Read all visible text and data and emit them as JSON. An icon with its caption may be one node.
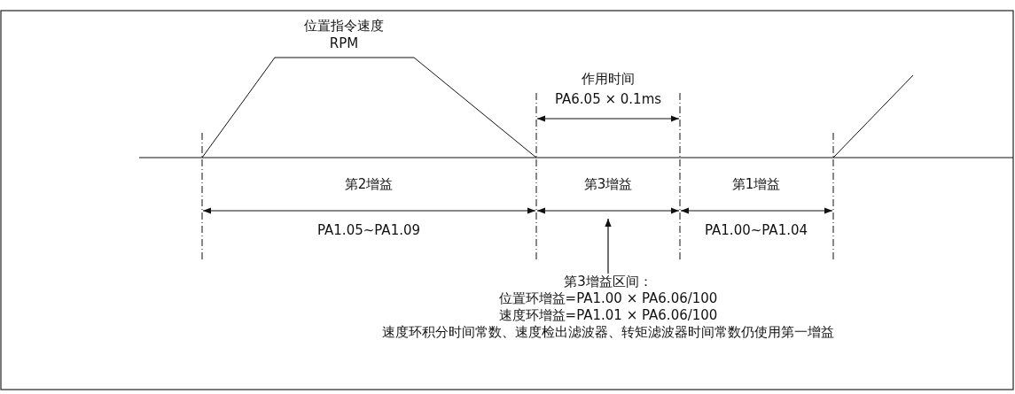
{
  "diagram": {
    "nodes": [
      {
        "text": [
          "第3增益"
        ]
      },
      {
        "text": [
          "第3增益区间：",
          "位置环增益=PA1.00 × PA6.06/100",
          "速度环增益=PA1.01 × PA6.06/100",
          "速度环积分时间常数、速度检出滤波器、转矩滤波器时间常数仍使用第一增益"
        ]
      }
    ],
    "edges": [
      {
        "from": 1,
        "to": 0,
        "arrow": "to"
      }
    ],
    "labels": [
      "位置指令速度",
      "RPM",
      "作用时间",
      "PA6.05 × 0.1ms",
      "第2增益",
      "第1增益",
      "PA1.05~PA1.09",
      "PA1.00~PA1.04"
    ]
  }
}
